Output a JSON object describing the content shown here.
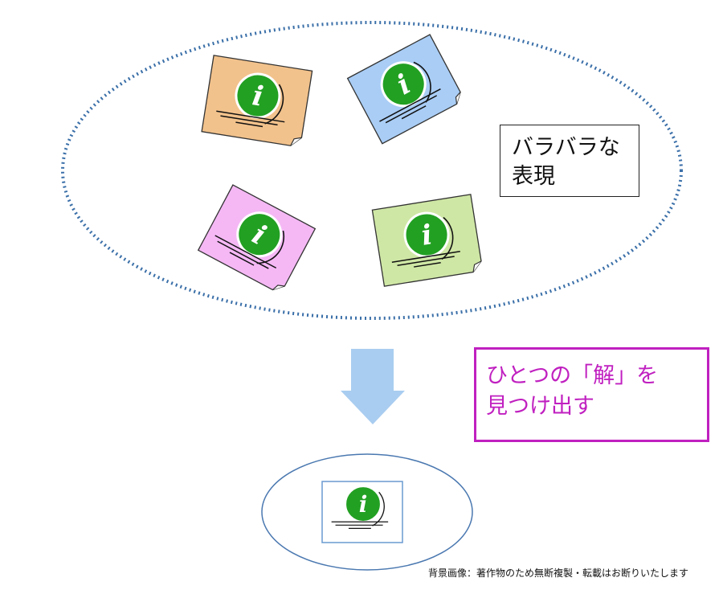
{
  "scattered_label": {
    "line1": "バラバラな",
    "line2": "表現"
  },
  "unify_label": {
    "line1": "ひとつの「解」を",
    "line2": "見つけ出す"
  },
  "footer_note": "背景画像：著作物のため無断複製・転載はお断りいたします",
  "icons": {
    "document": "info-document-icon",
    "info": "info-icon",
    "arrow": "down-arrow-icon"
  },
  "colors": {
    "ellipse_dots": "#3a6fa8",
    "card_orange": "#f2c28c",
    "card_blue": "#a9cdf5",
    "card_pink": "#f5b8f5",
    "card_green": "#cfe7a5",
    "info_green": "#22a022",
    "arrow": "#a9cdf0",
    "magenta": "#c020c0",
    "small_ellipse": "#4a78b0"
  }
}
